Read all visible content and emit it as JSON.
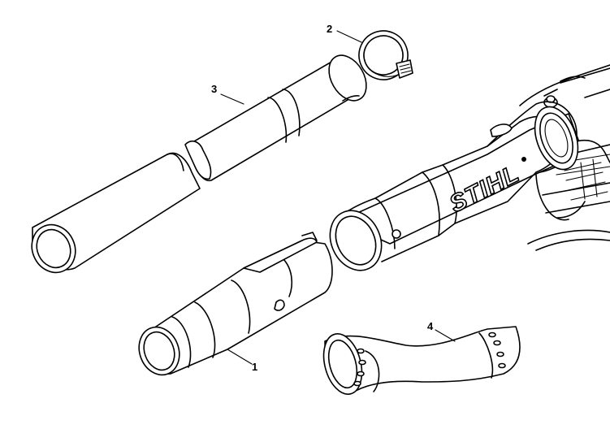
{
  "callouts": [
    {
      "number": "1",
      "part": "nozzle"
    },
    {
      "number": "2",
      "part": "hose-clamp"
    },
    {
      "number": "3",
      "part": "blower-tube"
    },
    {
      "number": "4",
      "part": "elbow"
    }
  ],
  "brand_logo": "STIHL"
}
